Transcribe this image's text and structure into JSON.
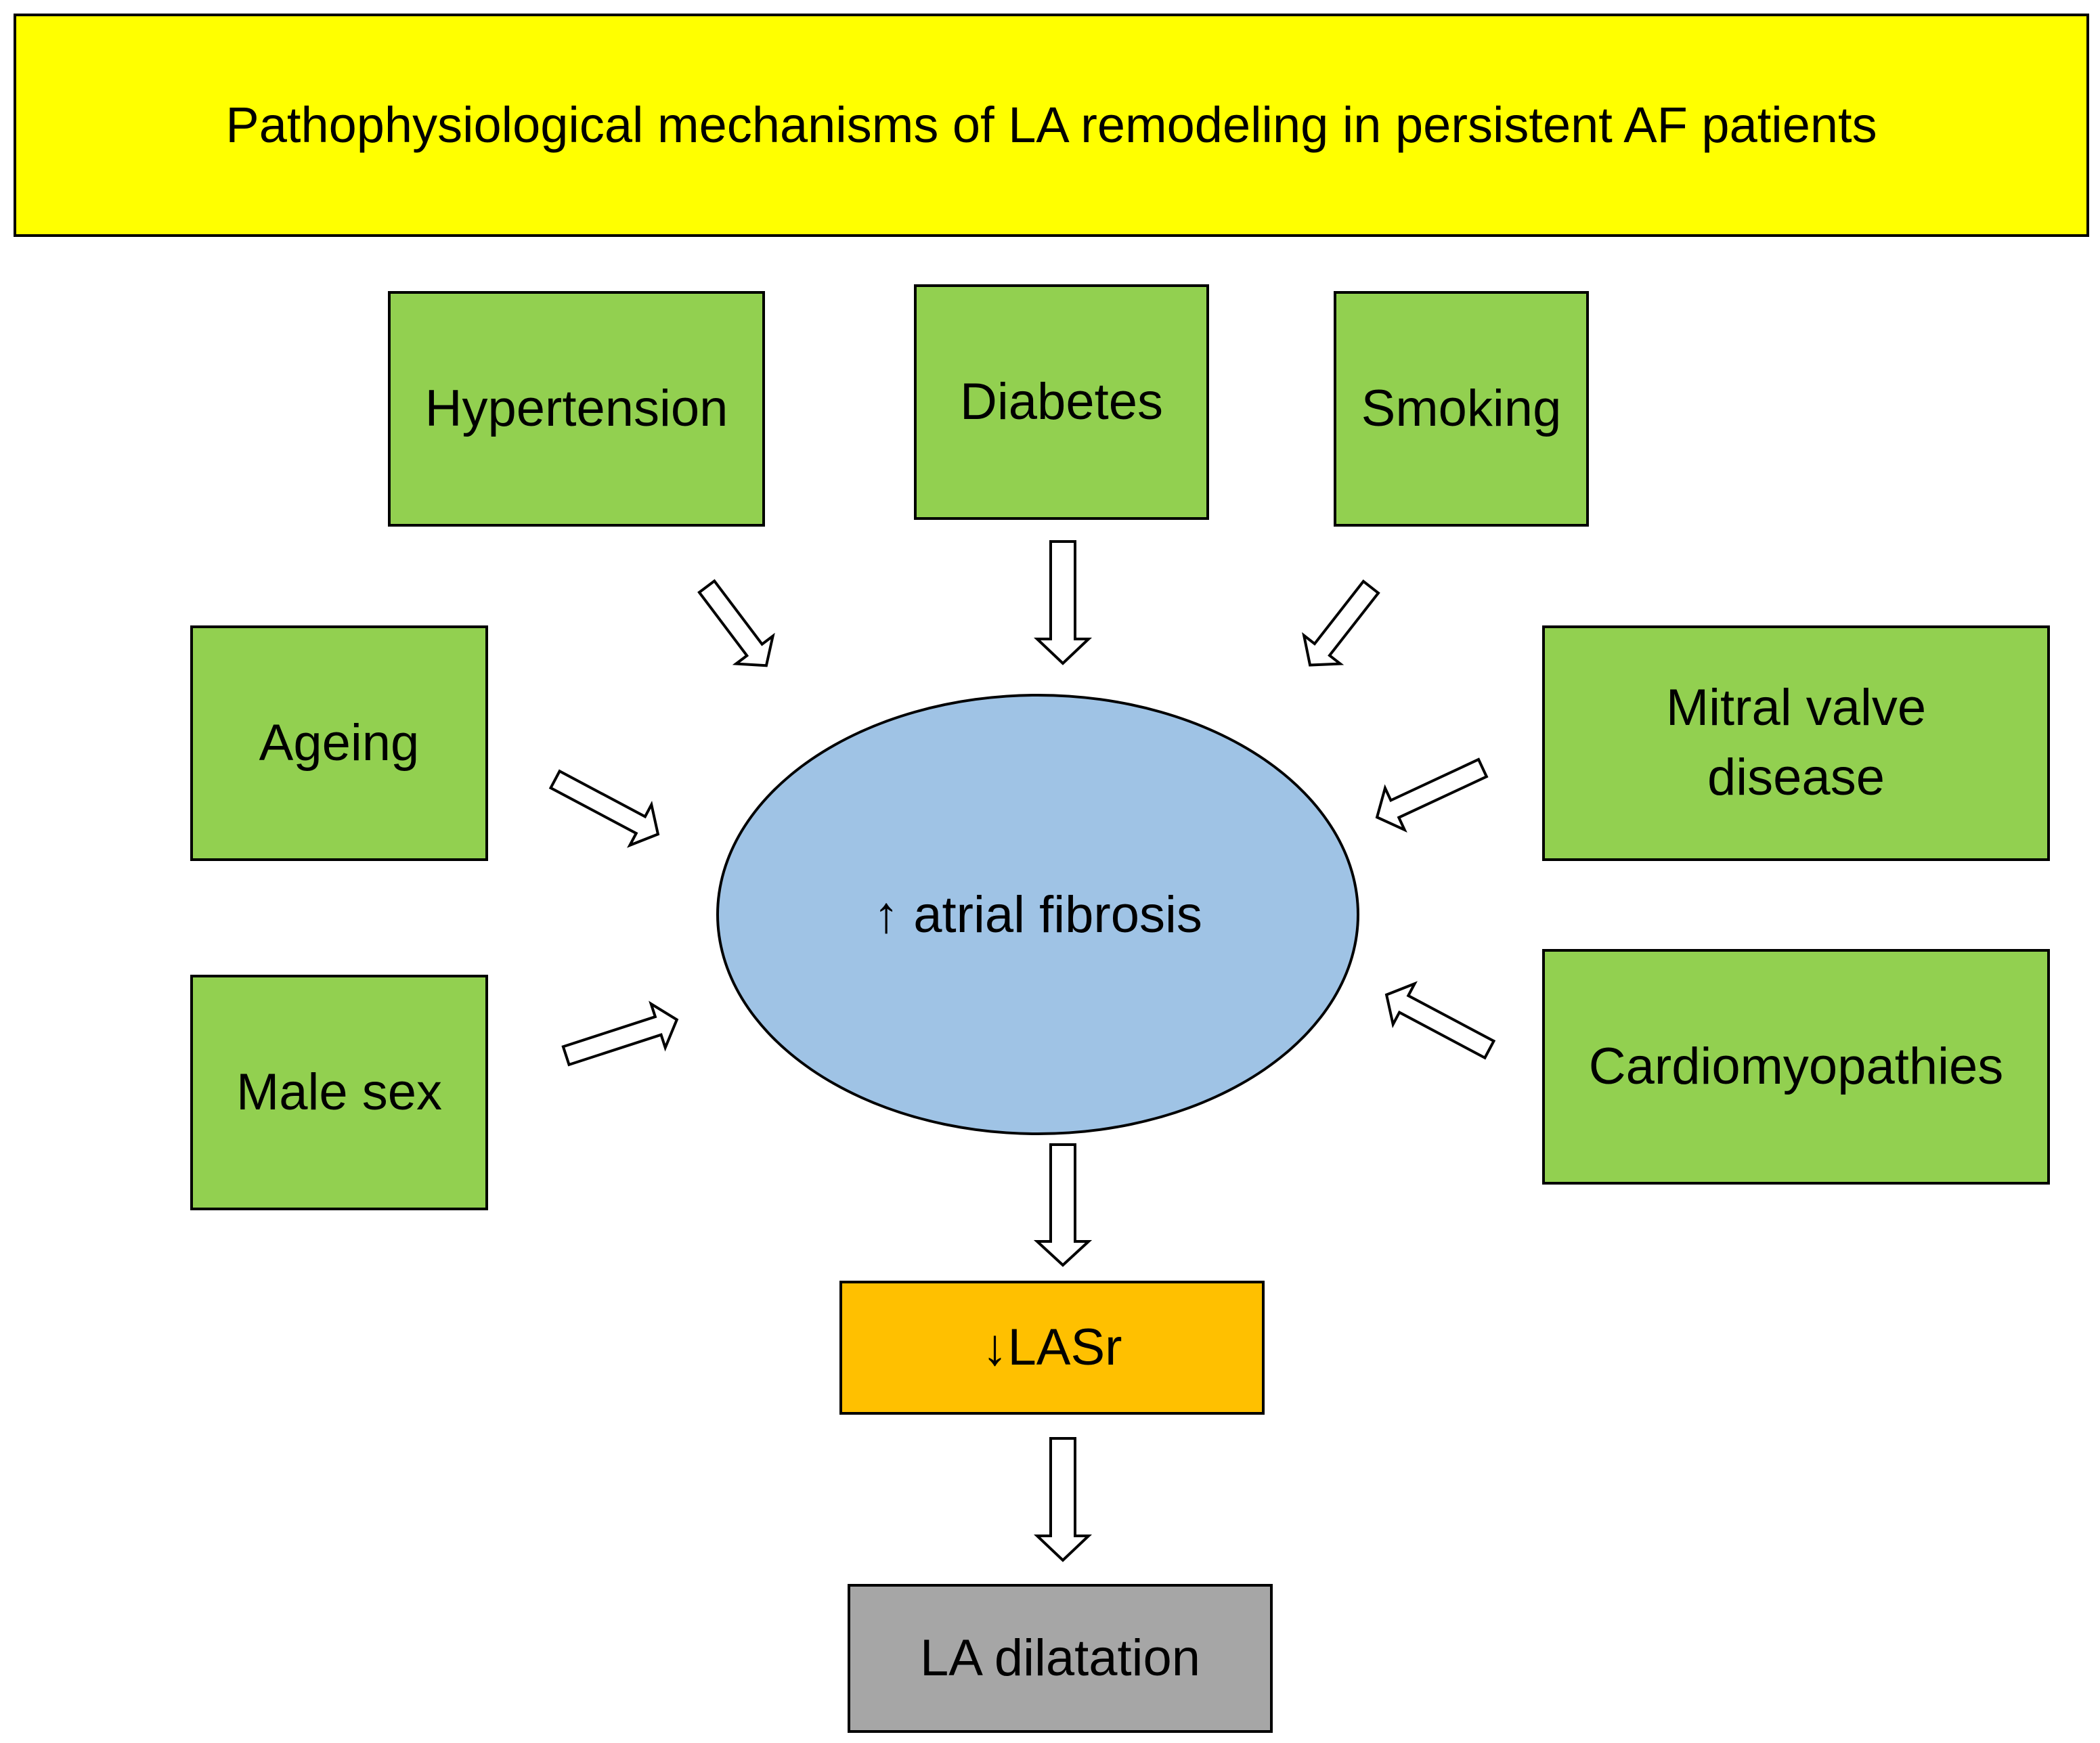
{
  "title": "Pathophysiological mechanisms of LA remodeling in persistent AF patients",
  "risk_factors": {
    "hypertension": "Hypertension",
    "diabetes": "Diabetes",
    "smoking": "Smoking",
    "ageing": "Ageing",
    "male_sex": "Male sex",
    "mitral_valve_disease": "Mitral valve\ndisease",
    "cardiomyopathies": "Cardiomyopathies"
  },
  "center": {
    "label": "↑ atrial fibrosis"
  },
  "outcomes": {
    "lasr": "↓LASr",
    "dilatation": "LA dilatation"
  },
  "colors": {
    "title_fill": "#FFFF00",
    "factor_fill": "#92D050",
    "center_fill": "#9FC3E5",
    "lasr_fill": "#FFC000",
    "dilatation_fill": "#A6A6A6",
    "border": "#000000"
  }
}
